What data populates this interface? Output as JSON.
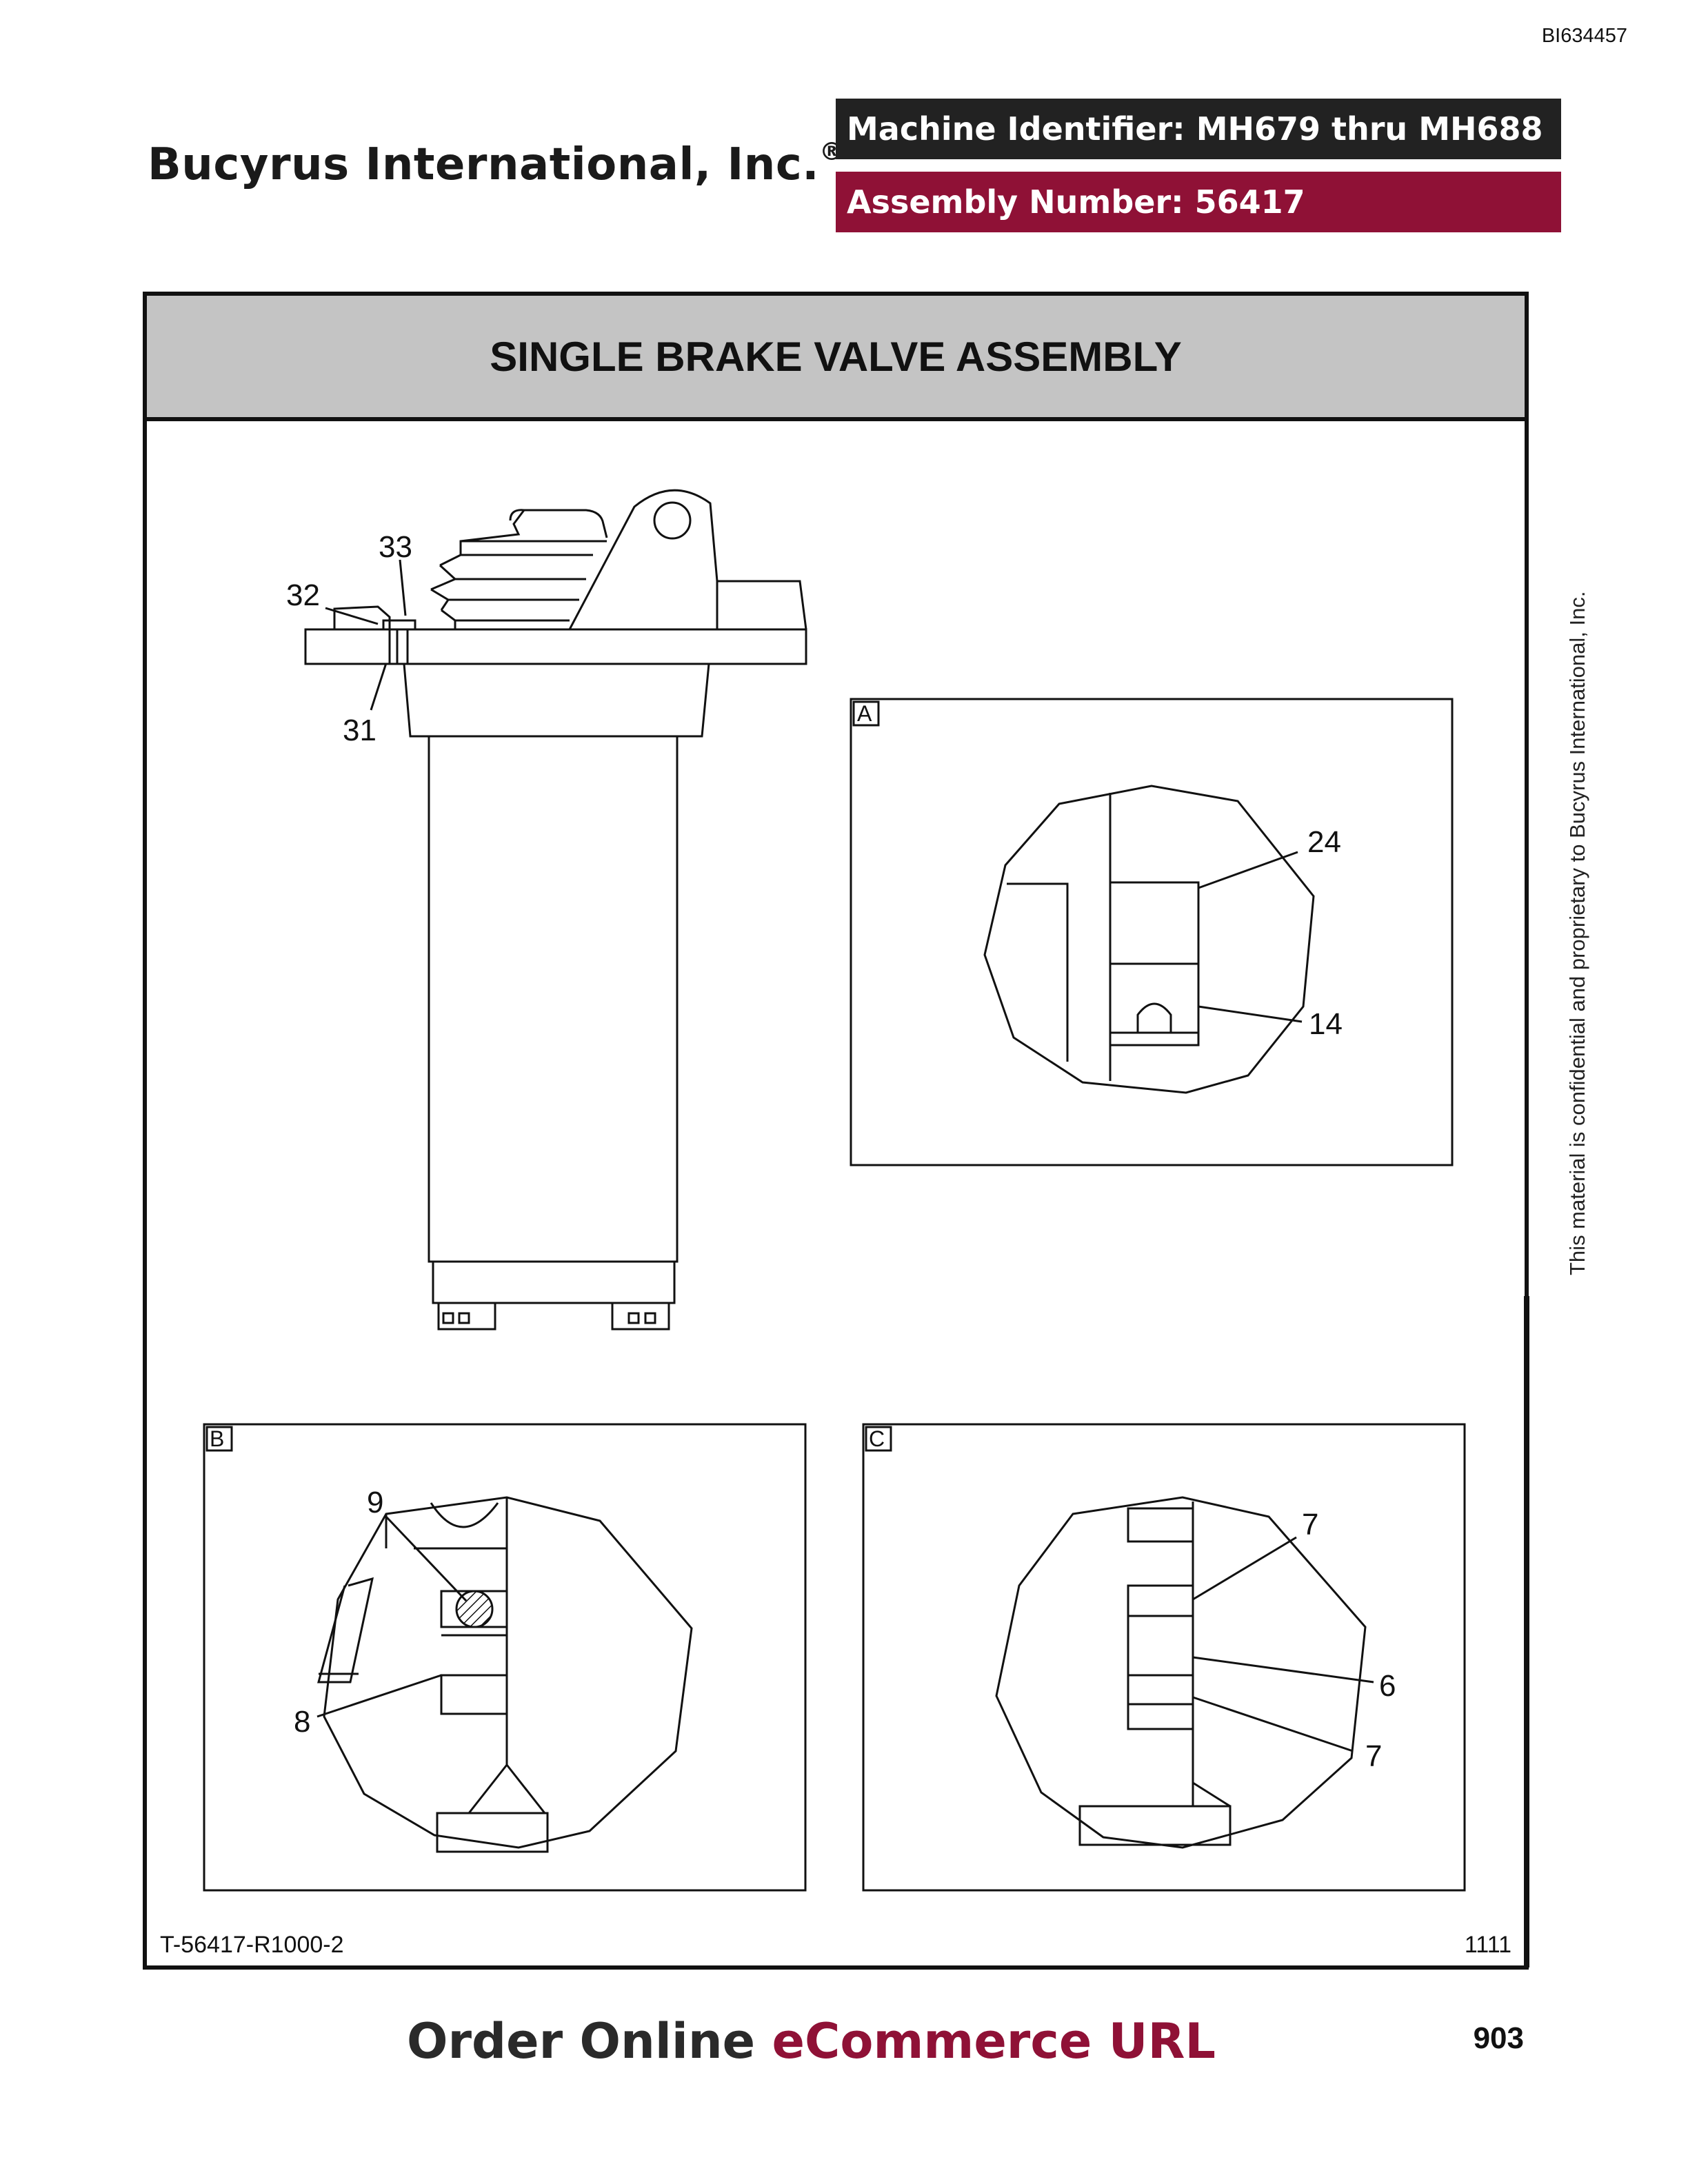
{
  "header": {
    "doc_id": "BI634457",
    "company": "Bucyrus International, Inc.",
    "company_mark": "®",
    "machine_identifier": "Machine Identifier: MH679 thru MH688",
    "assembly_number": "Assembly Number: 56417"
  },
  "drawing": {
    "title": "SINGLE BRAKE VALVE ASSEMBLY",
    "main_callouts": [
      "33",
      "32",
      "31"
    ],
    "detail_a": {
      "tag": "A",
      "callouts": [
        "24",
        "14"
      ]
    },
    "detail_b": {
      "tag": "B",
      "callouts": [
        "9",
        "8"
      ]
    },
    "detail_c": {
      "tag": "C",
      "callouts": [
        "7",
        "6",
        "7"
      ]
    },
    "drawing_number": "T-56417-R1000-2",
    "sheet_number": "1111"
  },
  "side_note": "This material is confidential and proprietary to Bucyrus International, Inc.",
  "footer": {
    "order_online_prefix": "Order Online ",
    "order_online_accent": "eCommerce URL",
    "page_number": "903"
  },
  "colors": {
    "machine_bar": "#222222",
    "assembly_bar": "#8f1136",
    "title_band": "#c4c4c4",
    "accent_text": "#8f1136"
  }
}
